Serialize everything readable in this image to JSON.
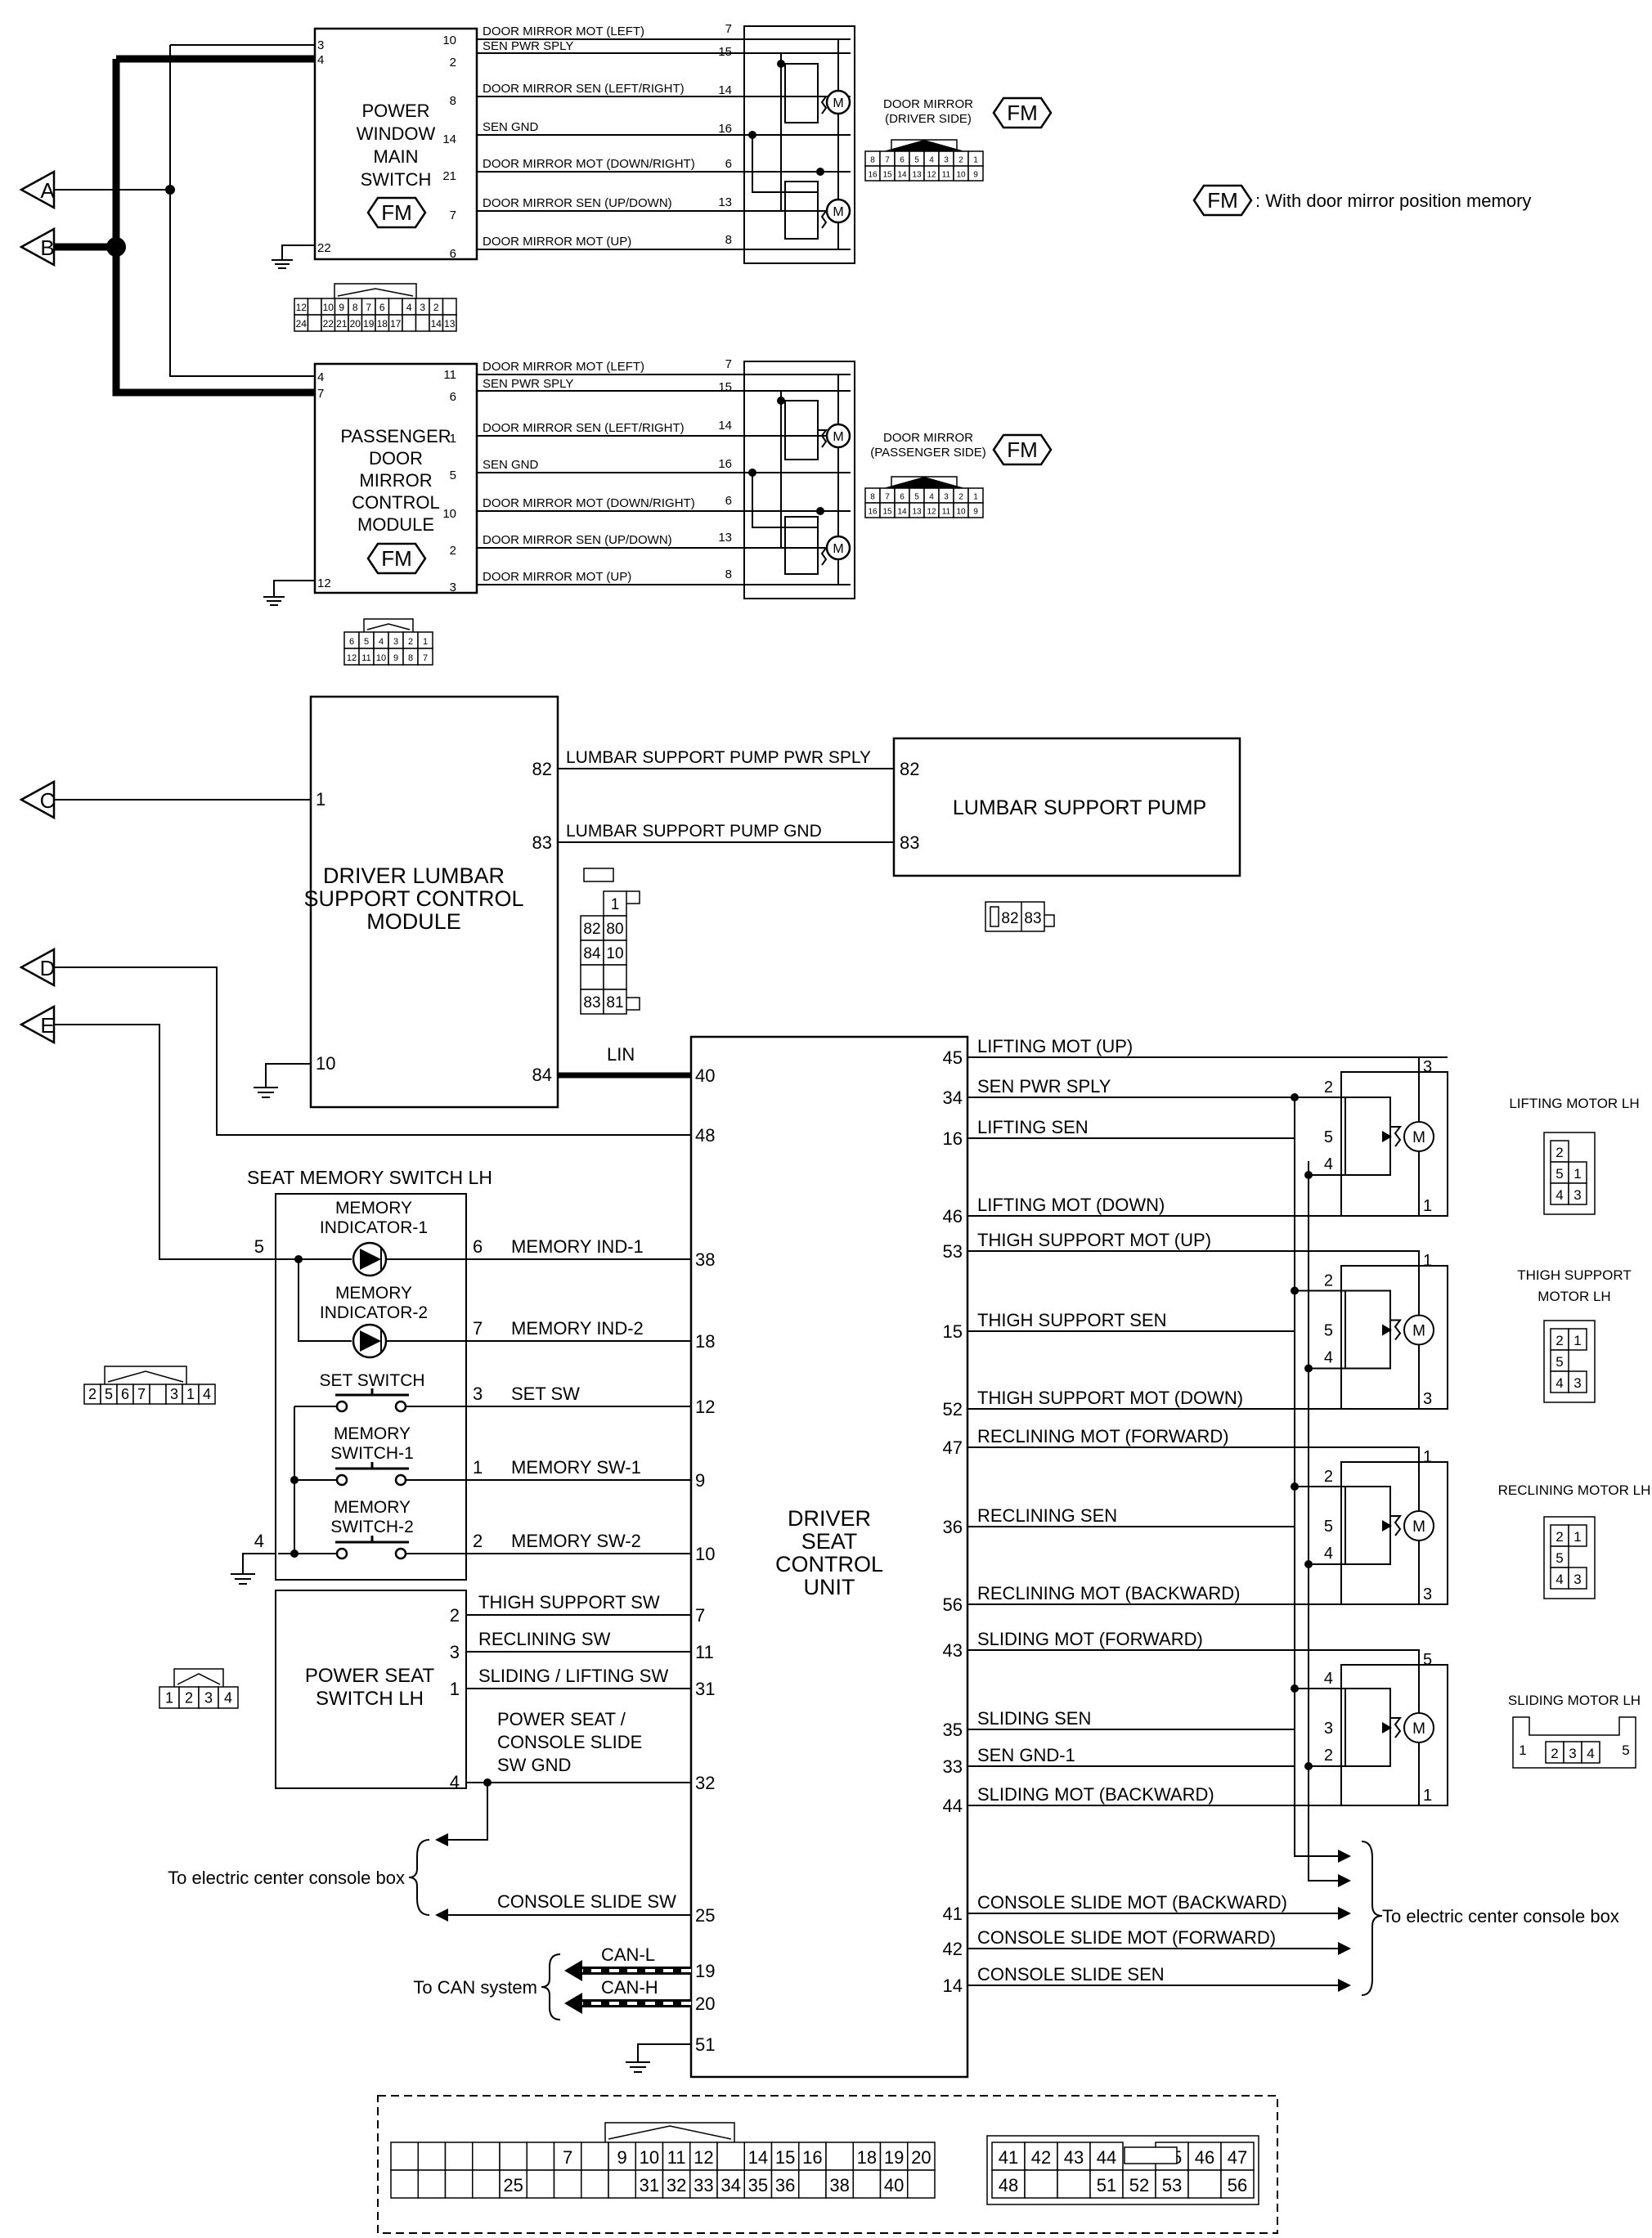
{
  "connectors": {
    "A": "A",
    "B": "B",
    "C": "C",
    "D": "D",
    "E": "E"
  },
  "fm": {
    "tag": "FM",
    "legend": ": With door mirror position memory"
  },
  "pwms": {
    "title": [
      "POWER",
      "WINDOW",
      "MAIN",
      "SWITCH"
    ],
    "left_pins": [
      "3",
      "4",
      "22"
    ],
    "right_pins": [
      "10",
      "2",
      "8",
      "14",
      "21",
      "7",
      "6"
    ],
    "wires": [
      "DOOR MIRROR MOT (LEFT)",
      "SEN PWR SPLY",
      "DOOR MIRROR SEN (LEFT/RIGHT)",
      "SEN GND",
      "DOOR MIRROR MOT (DOWN/RIGHT)",
      "DOOR MIRROR SEN (UP/DOWN)",
      "DOOR MIRROR MOT (UP)"
    ],
    "mirror_pins": [
      "7",
      "15",
      "14",
      "16",
      "6",
      "13",
      "8"
    ],
    "mirror_label": [
      "DOOR MIRROR",
      "(DRIVER SIDE)"
    ],
    "conn_top": [
      "12",
      "",
      "10",
      "9",
      "8",
      "7",
      "6",
      "",
      "4",
      "3",
      "2",
      ""
    ],
    "conn_bot": [
      "24",
      "",
      "22",
      "21",
      "20",
      "19",
      "18",
      "17",
      "",
      "",
      "14",
      "13"
    ],
    "mirror_conn_top": [
      "8",
      "7",
      "6",
      "5",
      "4",
      "3",
      "2",
      "1"
    ],
    "mirror_conn_bot": [
      "16",
      "15",
      "14",
      "13",
      "12",
      "11",
      "10",
      "9"
    ]
  },
  "pdmcm": {
    "title": [
      "PASSENGER",
      "DOOR",
      "MIRROR",
      "CONTROL",
      "MODULE"
    ],
    "left_pins": [
      "4",
      "7",
      "12"
    ],
    "right_pins": [
      "11",
      "6",
      "1",
      "5",
      "10",
      "2",
      "3"
    ],
    "mirror_pins": [
      "7",
      "15",
      "14",
      "16",
      "6",
      "13",
      "8"
    ],
    "mirror_label": [
      "DOOR MIRROR",
      "(PASSENGER SIDE)"
    ],
    "conn_top": [
      "6",
      "5",
      "4",
      "3",
      "2",
      "1"
    ],
    "conn_bot": [
      "12",
      "11",
      "10",
      "9",
      "8",
      "7"
    ]
  },
  "dlscm": {
    "title": [
      "DRIVER LUMBAR",
      "SUPPORT CONTROL",
      "MODULE"
    ],
    "pin1": "1",
    "pin10": "10",
    "pin82": "82",
    "pin83": "83",
    "pin84": "84",
    "wire_pwr": "LUMBAR SUPPORT PUMP PWR SPLY",
    "wire_gnd": "LUMBAR SUPPORT PUMP GND",
    "lin": "LIN",
    "conn": [
      [
        "1"
      ],
      [
        "82",
        "80"
      ],
      [
        "84",
        "10"
      ],
      [
        "",
        ""
      ],
      [
        "83",
        "81"
      ]
    ]
  },
  "pump": {
    "title": "LUMBAR SUPPORT PUMP",
    "pin82": "82",
    "pin83": "83",
    "conn": [
      "82",
      "83"
    ]
  },
  "memsw": {
    "title": "SEAT MEMORY SWITCH LH",
    "ind1": [
      "MEMORY",
      "INDICATOR-1"
    ],
    "ind2": [
      "MEMORY",
      "INDICATOR-2"
    ],
    "set": "SET SWITCH",
    "sw1": [
      "MEMORY",
      "SWITCH-1"
    ],
    "sw2": [
      "MEMORY",
      "SWITCH-2"
    ],
    "pins": {
      "p5": "5",
      "p6": "6",
      "p7": "7",
      "p3": "3",
      "p1": "1",
      "p2": "2",
      "p4": "4"
    },
    "conn": [
      "2",
      "5",
      "6",
      "7",
      "",
      "3",
      "1",
      "4"
    ]
  },
  "psw": {
    "title": [
      "POWER SEAT",
      "SWITCH LH"
    ],
    "pins": [
      "2",
      "3",
      "1",
      "4"
    ],
    "conn": [
      "1",
      "2",
      "3",
      "4"
    ]
  },
  "dscu": {
    "title": [
      "DRIVER",
      "SEAT",
      "CONTROL",
      "UNIT"
    ],
    "left": [
      {
        "pin": "40",
        "label": ""
      },
      {
        "pin": "48",
        "label": ""
      },
      {
        "pin": "38",
        "label": "MEMORY IND-1"
      },
      {
        "pin": "18",
        "label": "MEMORY IND-2"
      },
      {
        "pin": "12",
        "label": "SET SW"
      },
      {
        "pin": "9",
        "label": "MEMORY SW-1"
      },
      {
        "pin": "10",
        "label": "MEMORY SW-2"
      },
      {
        "pin": "7",
        "label": "THIGH SUPPORT SW"
      },
      {
        "pin": "11",
        "label": "RECLINING SW"
      },
      {
        "pin": "31",
        "label": "SLIDING / LIFTING SW"
      },
      {
        "pin": "32",
        "label": "POWER SEAT / CONSOLE SLIDE SW GND"
      },
      {
        "pin": "25",
        "label": "CONSOLE SLIDE SW"
      },
      {
        "pin": "19",
        "label": "CAN-L"
      },
      {
        "pin": "20",
        "label": "CAN-H"
      },
      {
        "pin": "51",
        "label": ""
      }
    ],
    "right": [
      {
        "pin": "45",
        "label": "LIFTING MOT (UP)"
      },
      {
        "pin": "34",
        "label": "SEN PWR SPLY"
      },
      {
        "pin": "16",
        "label": "LIFTING SEN"
      },
      {
        "pin": "46",
        "label": "LIFTING MOT (DOWN)"
      },
      {
        "pin": "53",
        "label": "THIGH SUPPORT MOT (UP)"
      },
      {
        "pin": "15",
        "label": "THIGH SUPPORT SEN"
      },
      {
        "pin": "52",
        "label": "THIGH SUPPORT MOT (DOWN)"
      },
      {
        "pin": "47",
        "label": "RECLINING MOT (FORWARD)"
      },
      {
        "pin": "36",
        "label": "RECLINING SEN"
      },
      {
        "pin": "56",
        "label": "RECLINING MOT (BACKWARD)"
      },
      {
        "pin": "43",
        "label": "SLIDING MOT (FORWARD)"
      },
      {
        "pin": "35",
        "label": "SLIDING SEN"
      },
      {
        "pin": "33",
        "label": "SEN GND-1"
      },
      {
        "pin": "44",
        "label": "SLIDING MOT (BACKWARD)"
      },
      {
        "pin": "41",
        "label": "CONSOLE SLIDE MOT (BACKWARD)"
      },
      {
        "pin": "42",
        "label": "CONSOLE SLIDE MOT (FORWARD)"
      },
      {
        "pin": "14",
        "label": "CONSOLE SLIDE SEN"
      }
    ],
    "conn_left_top": [
      "",
      "",
      "",
      "",
      "",
      "",
      "7",
      "",
      "9",
      "10",
      "11",
      "12",
      "",
      "14",
      "15",
      "16",
      "",
      "18",
      "19",
      "20"
    ],
    "conn_left_bot": [
      "",
      "",
      "",
      "",
      "25",
      "",
      "",
      "",
      "",
      "31",
      "32",
      "33",
      "34",
      "35",
      "36",
      "",
      "38",
      "",
      "40",
      ""
    ],
    "conn_right_top": [
      "41",
      "42",
      "43",
      "44",
      "",
      "45",
      "46",
      "47"
    ],
    "conn_right_bot": [
      "48",
      "",
      "",
      "51",
      "52",
      "53",
      "",
      "56"
    ]
  },
  "motors": [
    {
      "name": "LIFTING MOTOR LH",
      "pins": {
        "top": "3",
        "a": "2",
        "b": "5",
        "c": "4",
        "bot": "1"
      },
      "conn": [
        [
          "2",
          ""
        ],
        [
          "5",
          "1"
        ],
        [
          "4",
          "3"
        ]
      ]
    },
    {
      "name": [
        "THIGH SUPPORT",
        "MOTOR LH"
      ],
      "pins": {
        "top": "1",
        "a": "2",
        "b": "5",
        "c": "4",
        "bot": "3"
      },
      "conn": [
        [
          "2",
          "1"
        ],
        [
          "5",
          ""
        ],
        [
          "4",
          "3"
        ]
      ]
    },
    {
      "name": "RECLINING MOTOR LH",
      "pins": {
        "top": "1",
        "a": "2",
        "b": "5",
        "c": "4",
        "bot": "3"
      },
      "conn": [
        [
          "2",
          "1"
        ],
        [
          "5",
          ""
        ],
        [
          "4",
          "3"
        ]
      ]
    },
    {
      "name": "SLIDING MOTOR LH",
      "pins": {
        "top": "5",
        "a": "4",
        "b": "3",
        "c": "2",
        "bot": "1"
      },
      "conn": [
        "1",
        "2",
        "3",
        "4",
        "5"
      ]
    }
  ],
  "notes": {
    "to_console_left": "To electric center console box",
    "to_console_right": "To electric center console box",
    "to_can": "To CAN system"
  },
  "motor_symbol": "M"
}
